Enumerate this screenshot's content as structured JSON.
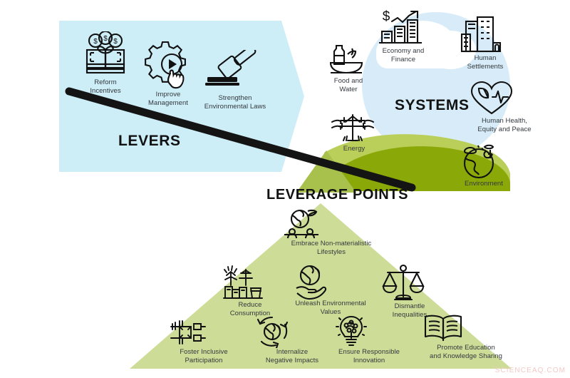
{
  "figure": {
    "title_levers": "LEVERS",
    "title_systems": "SYSTEMS",
    "title_leverage": "LEVERAGE POINTS",
    "watermark": "SCIENCEAQ.COM"
  },
  "colors": {
    "lever_panel_blue": "#cdeef7",
    "systems_circle_blue": "#d7ecf8",
    "cloud_white": "#ffffff",
    "hill_light_green": "#b9cf5a",
    "hill_dark_green": "#8aa808",
    "triangle_green": "#cddd98",
    "fulcrum_green": "#a8c04c",
    "bar_black": "#141414",
    "label_text": "#33383d",
    "title_text": "#121212",
    "watermark_pink": "#f3c9c6"
  },
  "levers": {
    "heading": "LEVERS",
    "items": [
      {
        "icon": "money-bundle-icon",
        "label": "Reform\nIncentives"
      },
      {
        "icon": "gear-cursor-icon",
        "label": "Improve\nManagement"
      },
      {
        "icon": "gavel-icon",
        "label": "Strengthen\nEnvironmental Laws"
      }
    ]
  },
  "systems": {
    "heading": "SYSTEMS",
    "items": [
      {
        "icon": "food-water-icon",
        "label": "Food and\nWater"
      },
      {
        "icon": "economy-chart-icon",
        "label": "Economy and\nFinance"
      },
      {
        "icon": "buildings-icon",
        "label": "Human\nSettlements"
      },
      {
        "icon": "heart-pulse-leaf-icon",
        "label": "Human Health,\nEquity and Peace"
      },
      {
        "icon": "power-line-icon",
        "label": "Energy"
      },
      {
        "icon": "earth-nature-icon",
        "label": "Environment"
      }
    ]
  },
  "leverage_points": {
    "heading": "LEVERAGE POINTS",
    "items": [
      {
        "icon": "globe-people-icon",
        "label": "Embrace Non-materialistic\nLifestyles"
      },
      {
        "icon": "factory-powerline-icon",
        "label": "Reduce\nConsumption"
      },
      {
        "icon": "hand-globe-icon",
        "label": "Unleash Environmental\nValues"
      },
      {
        "icon": "scales-icon",
        "label": "Dismantle\nInequalities"
      },
      {
        "icon": "hands-network-icon",
        "label": "Foster Inclusive\nParticipation"
      },
      {
        "icon": "recycle-globe-icon",
        "label": "Internalize\nNegative Impacts"
      },
      {
        "icon": "lightbulb-nature-icon",
        "label": "Ensure Responsible\nInnovation"
      },
      {
        "icon": "open-book-icon",
        "label": "Promote Education\nand Knowledge Sharing"
      }
    ]
  }
}
